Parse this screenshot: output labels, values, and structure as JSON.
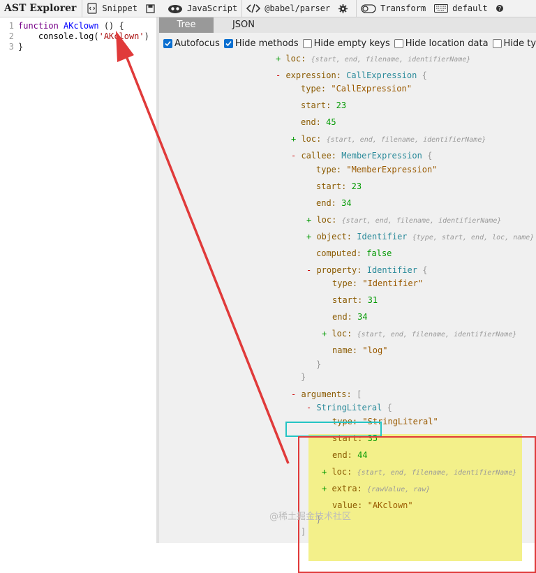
{
  "toolbar": {
    "title": "AST Explorer",
    "snippet": "Snippet",
    "language": "JavaScript",
    "parser": "@babel/parser",
    "transform": "Transform",
    "keymap": "default"
  },
  "editor": {
    "lines": [
      {
        "num": "1",
        "kw": "function",
        "name": "AKclown",
        "rest": " () {"
      },
      {
        "num": "2",
        "obj": "    console.log(",
        "str": "'AKclown'",
        "close": ")"
      },
      {
        "num": "3",
        "text": "}"
      }
    ]
  },
  "tabs": {
    "tree": "Tree",
    "json": "JSON"
  },
  "options": {
    "autofocus": "Autofocus",
    "hide_methods": "Hide methods",
    "hide_empty": "Hide empty keys",
    "hide_location": "Hide location data",
    "hide_type": "Hide type"
  },
  "tree": {
    "loc_hint": "{start, end, filename, identifierName}",
    "expression_key": "expression:",
    "expression_type": "CallExpression",
    "call_type_key": "type:",
    "call_type_val": "\"CallExpression\"",
    "call_start_key": "start:",
    "call_start_val": "23",
    "call_end_key": "end:",
    "call_end_val": "45",
    "callee_key": "callee:",
    "callee_type": "MemberExpression",
    "mem_type_val": "\"MemberExpression\"",
    "mem_start_val": "23",
    "mem_end_val": "34",
    "object_key": "object:",
    "object_type": "Identifier",
    "object_hint": "{type, start, end, loc, name}",
    "computed_key": "computed:",
    "computed_val": "false",
    "property_key": "property:",
    "property_type": "Identifier",
    "prop_type_val": "\"Identifier\"",
    "prop_start_val": "31",
    "prop_end_val": "34",
    "name_key": "name:",
    "name_val": "\"log\"",
    "arguments_key": "arguments:",
    "arg_type": "StringLiteral",
    "arg_type_val": "\"StringLiteral\"",
    "arg_start_val": "35",
    "arg_end_val": "44",
    "extra_key": "extra:",
    "extra_hint": "{rawValue, raw}",
    "value_key": "value:",
    "value_val": "\"AKclown\"",
    "loc_key": "loc:",
    "type_key": "type:",
    "start_key": "start:",
    "end_key": "end:"
  },
  "watermark": "@稀土掘金技术社区",
  "colors": {
    "highlight": "#f3f08a",
    "red_box": "#e03a3a",
    "cyan_box": "#23c4c4",
    "active_tab": "#999999"
  }
}
